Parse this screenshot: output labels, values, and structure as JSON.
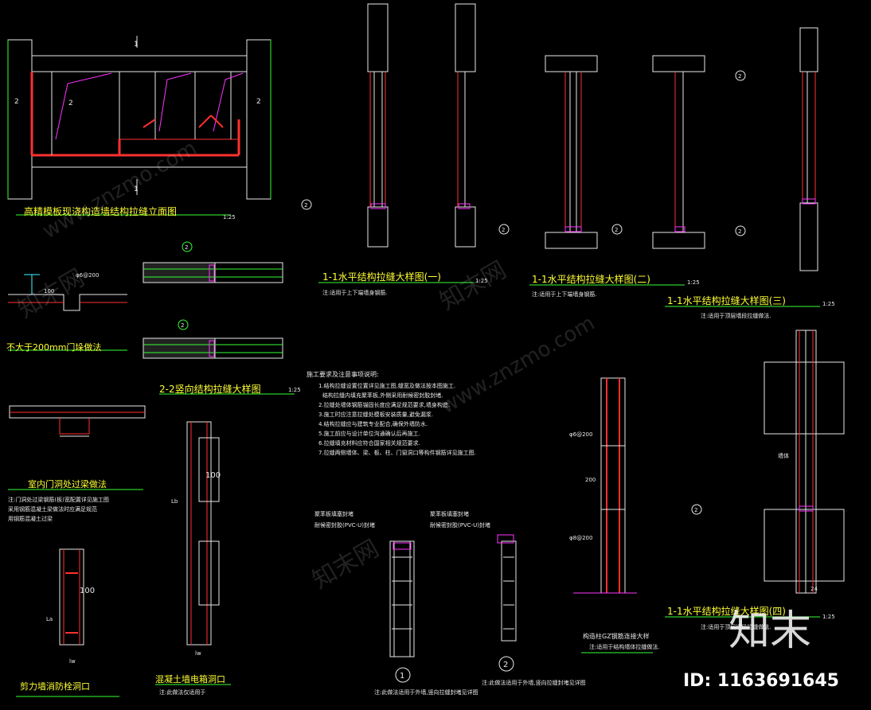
{
  "titles": {
    "elevation": "高精模板现浇构造墙结构拉缝立面图",
    "elevation_scale": "1:25",
    "door_lintel": "不大于200mm门垛做法",
    "section_22": "2-2竖向结构拉缝大样图",
    "section_22_scale": "1:25",
    "indoor_opening": "室内门洞处过梁做法",
    "shear_wall": "剪力墙消防栓洞口",
    "concrete_wall": "混凝土墙电箱洞口",
    "h11_a": "1-1水平结构拉缝大样图(一)",
    "h11_a_scale": "1:25",
    "h11_b": "1-1水平结构拉缝大样图(二)",
    "h11_b_scale": "1:25",
    "h11_c": "1-1水平结构拉缝大样图(三)",
    "h11_c_scale": "1:25",
    "h11_d": "1-1水平结构拉缝大样图(四)",
    "h11_d_scale": "1:25",
    "gz": "构造柱GZ钢筋连接大样"
  },
  "notes": {
    "h11_a_note": "注:适用于上下端墙身钢筋.",
    "h11_b_note": "注:适用于上下端墙身钢筋.",
    "h11_c_note": "注:适用于顶层墙段拉缝做法.",
    "h11_d_note": "注:适用于顶层墙段拉缝做法.",
    "indoor_note_1": "注:门洞处过梁钢筋(板)宽配置详见施工图",
    "indoor_note_2": "采用钢筋混凝土梁做法时应满足规范",
    "indoor_note_3": "用钢筋混凝土过梁",
    "shear_note": "",
    "concrete_note": "注:此做法仅适用于",
    "gz_note": "注:适用于结构墙体拉缝做法.",
    "detail1_note": "注:此做法适用于外墙,竖向拉缝封堵见详图",
    "detail2_note": "注:此做法适用于外墙,竖向拉缝封堵见详图"
  },
  "construction_notes": {
    "heading": "施工要求及注意事项说明:",
    "items": [
      "1.结构拉缝设置位置详见施工图,缝宽及做法按本图施工.",
      "结构拉缝内填充聚苯板,外侧采用耐候密封胶封堵.",
      "2.拉缝处墙体钢筋锚固长度应满足规范要求,墙身构造.",
      "3.施工时应注意拉缝处模板安装质量,避免漏浆.",
      "4.结构拉缝应与建筑专业配合,确保外墙防水.",
      "5.施工前应与设计单位沟通确认后再施工.",
      "6.拉缝填充材料应符合国家相关规范要求.",
      "7.拉缝两侧墙体、梁、板、柱、门窗洞口等构件钢筋详见施工图."
    ]
  },
  "labels": {
    "pvc_a": "聚苯板填塞封堵",
    "pvc_b": "耐候密封胶(PVC-U)封堵",
    "pvc_c": "聚苯板填塞封堵",
    "pvc_d": "耐候密封胶(PVC-U)封堵",
    "rebar_a": "φ6@200",
    "rebar_b": "φ8@200",
    "lb": "Lb",
    "la": "La",
    "lw": "lw",
    "dim_100": "100",
    "dim_200": "200",
    "dim_24": "24",
    "circle_1": "1",
    "circle_2": "2",
    "mark_1": "1",
    "mark_2": "2",
    "wall_name": "墙体"
  },
  "watermark": {
    "logo": "知末",
    "id_text": "ID: 1163691645",
    "site": "www.znzmo.com",
    "brand": "知末网"
  },
  "colors": {
    "background": "#000000",
    "line_white": "#e8e8e8",
    "line_red": "#ff3030",
    "line_green": "#33ff33",
    "line_yellow": "#ffff33",
    "line_magenta": "#ff33ff",
    "line_cyan": "#33ffff"
  }
}
